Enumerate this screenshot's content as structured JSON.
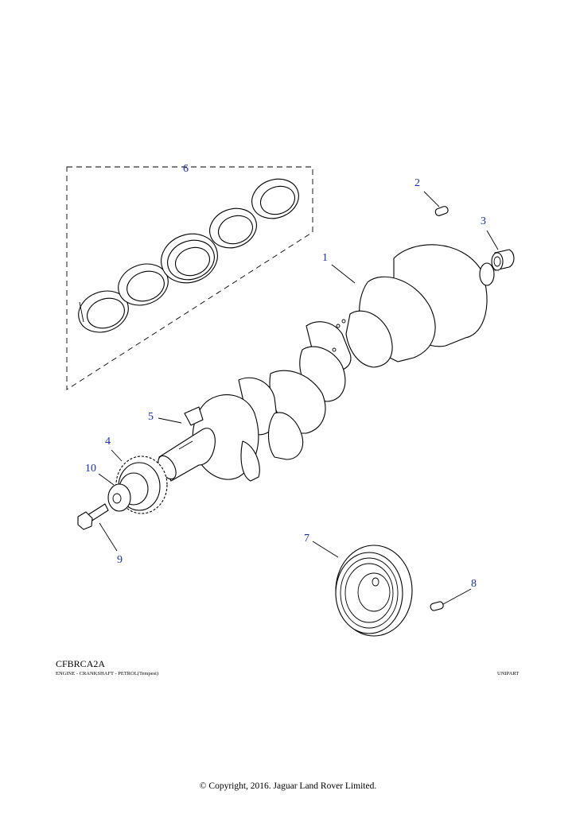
{
  "diagram": {
    "code": "CFBRCA2A",
    "subtitle": "ENGINE - CRANKSHAFT - PETROL(Tempest)",
    "brand": "UNIPART",
    "copyright": "© Copyright, 2016. Jaguar Land Rover Limited."
  },
  "callouts": [
    "1",
    "2",
    "3",
    "4",
    "5",
    "6",
    "7",
    "8",
    "9",
    "10"
  ],
  "colors": {
    "callout": "#1a2fb0",
    "line": "#000000",
    "background": "#ffffff"
  }
}
